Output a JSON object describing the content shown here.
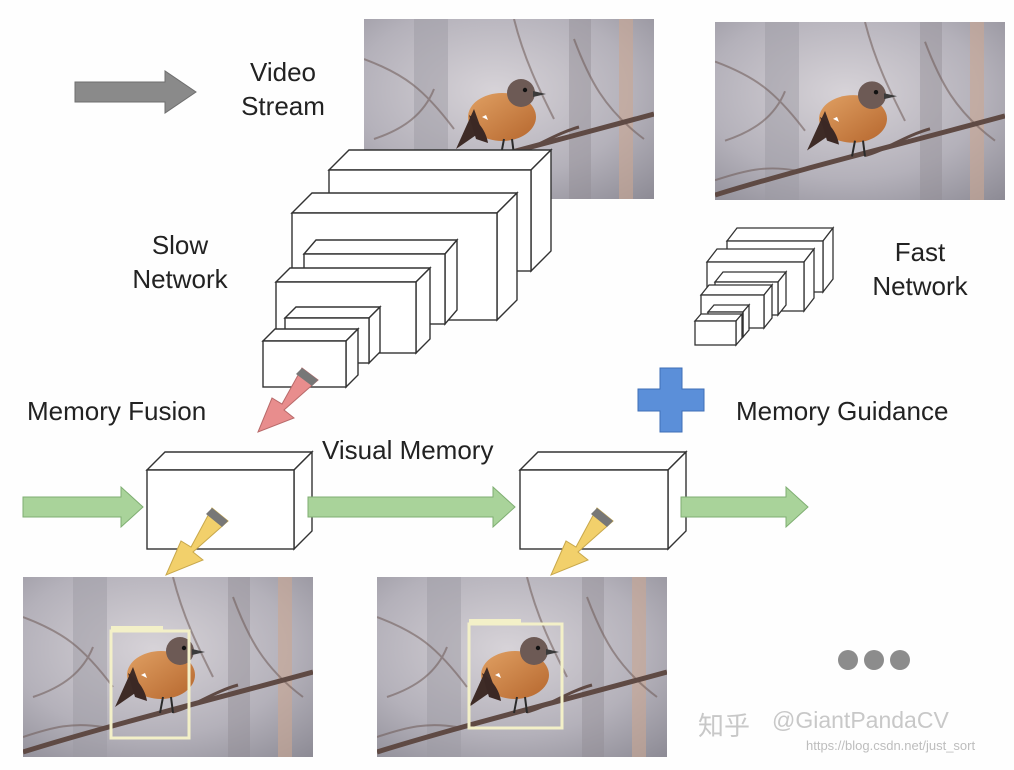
{
  "labels": {
    "video_stream": [
      "Video",
      "Stream"
    ],
    "slow_network": [
      "Slow",
      "Network"
    ],
    "fast_network": [
      "Fast",
      "Network"
    ],
    "memory_fusion": "Memory Fusion",
    "visual_memory": "Visual Memory",
    "memory_guidance": "Memory Guidance"
  },
  "watermarks": {
    "platform": "知乎",
    "account": "@GiantPandaCV",
    "url": "https://blog.csdn.net/just_sort"
  },
  "colors": {
    "gray_arrow": "#8a8a8a",
    "green_arrow": "#a9d39a",
    "red_arrow": "#e88d8d",
    "yellow_arrow": "#f2d06b",
    "plus": "#5b8fd9",
    "detection_box": "#f3f0c8"
  },
  "icons": {
    "stream_arrow": "right-arrow-icon",
    "fusion": "plus-icon",
    "continuation": "ellipsis-icon"
  }
}
